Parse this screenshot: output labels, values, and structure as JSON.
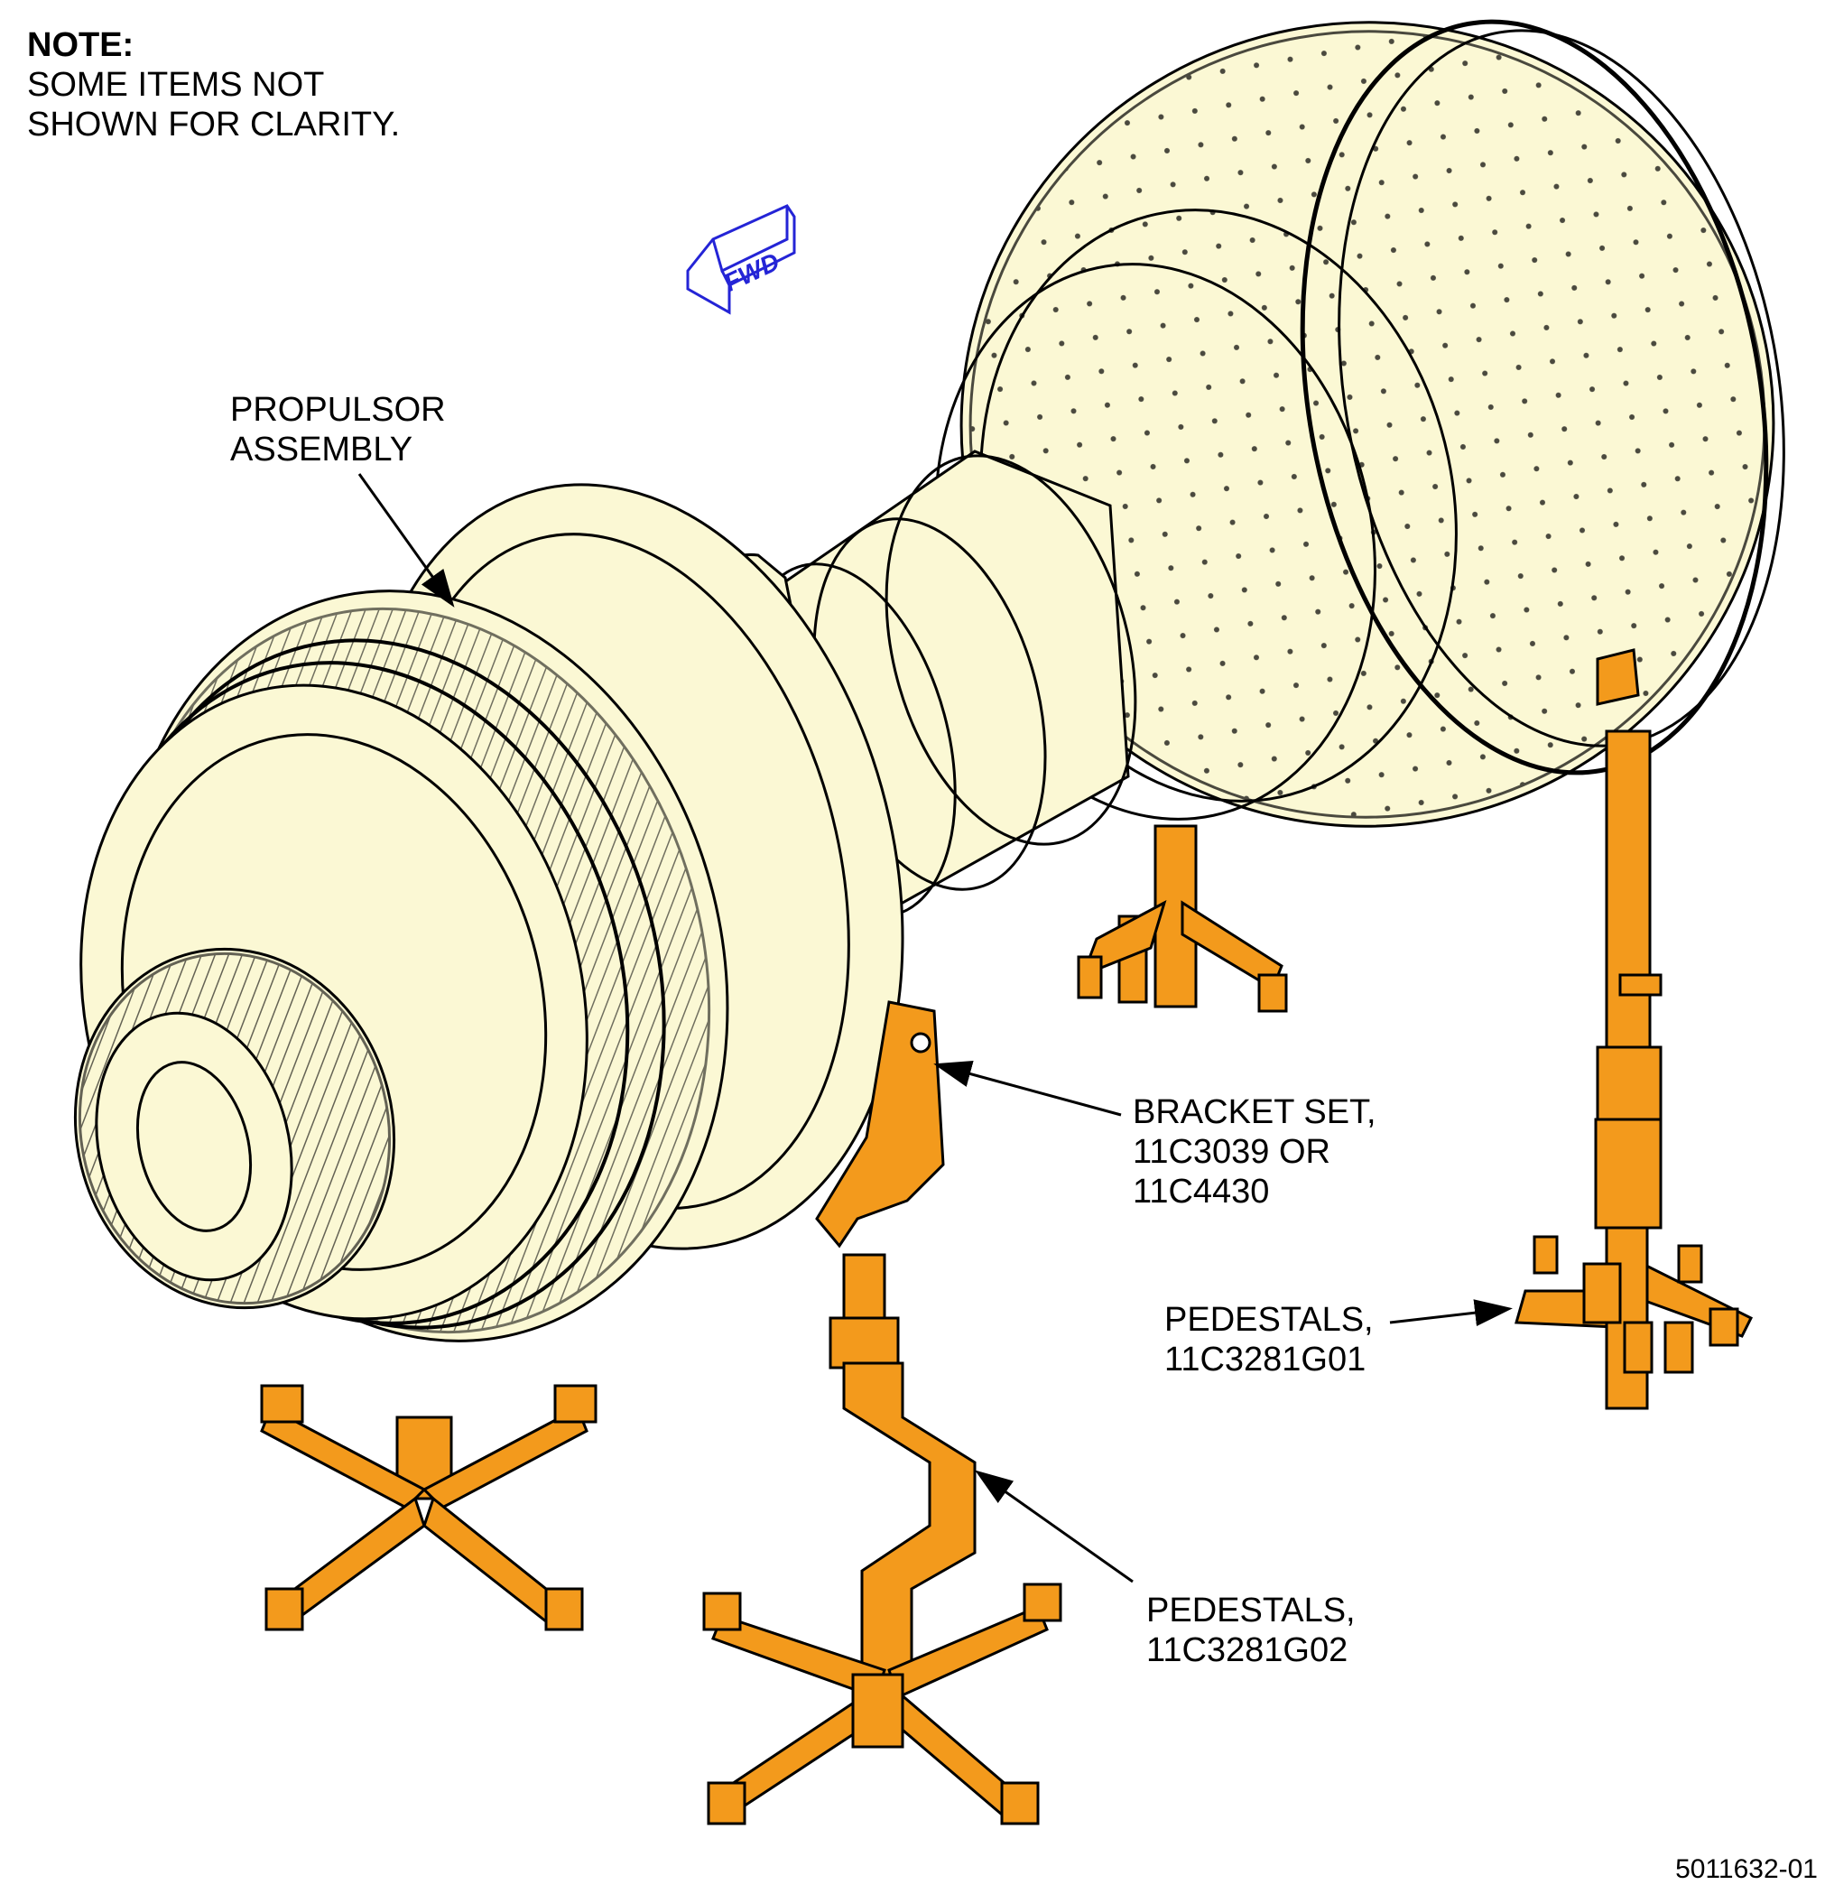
{
  "note": {
    "heading": "NOTE:",
    "lines": [
      "SOME ITEMS NOT",
      "SHOWN FOR CLARITY."
    ]
  },
  "direction": {
    "label": "FWD",
    "color": "#2424d6"
  },
  "callouts": {
    "propulsor": {
      "lines": [
        "PROPULSOR",
        "ASSEMBLY"
      ]
    },
    "bracket": {
      "lines": [
        "BRACKET SET,",
        "11C3039 OR",
        "11C4430"
      ]
    },
    "pedestals_g01": {
      "lines": [
        "PEDESTALS,",
        "11C3281G01"
      ]
    },
    "pedestals_g02": {
      "lines": [
        "PEDESTALS,",
        "11C3281G02"
      ]
    }
  },
  "figure_id": "5011632-01",
  "colors": {
    "assembly_fill": "#fbf8d4",
    "support_fill": "#f39a1c",
    "line": "#000000"
  }
}
